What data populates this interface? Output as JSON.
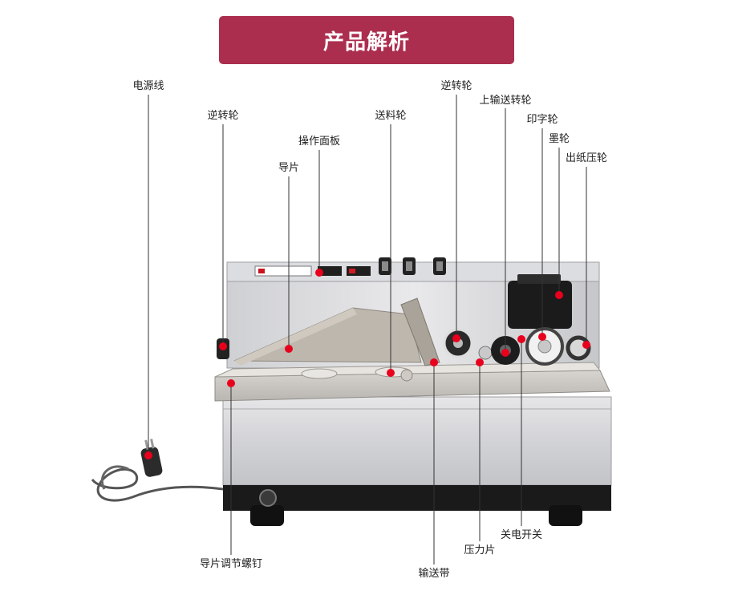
{
  "title": "产品解析",
  "labels": {
    "power_cord": "电源线",
    "reverse_wheel_left": "逆转轮",
    "feed_wheel": "送料轮",
    "control_panel": "操作面板",
    "guide_plate": "导片",
    "reverse_wheel_right": "逆转轮",
    "upper_conveyor_wheel": "上输送转轮",
    "print_wheel": "印字轮",
    "ink_wheel": "墨轮",
    "exit_pressure_wheel": "出纸压轮",
    "guide_adjust_screw": "导片调节螺钉",
    "conveyor_belt": "输送带",
    "pressure_plate": "压力片",
    "power_switch": "关电开关"
  },
  "colors": {
    "banner": "#ac2e4f",
    "marker": "#e8001c",
    "leader": "#333333"
  }
}
